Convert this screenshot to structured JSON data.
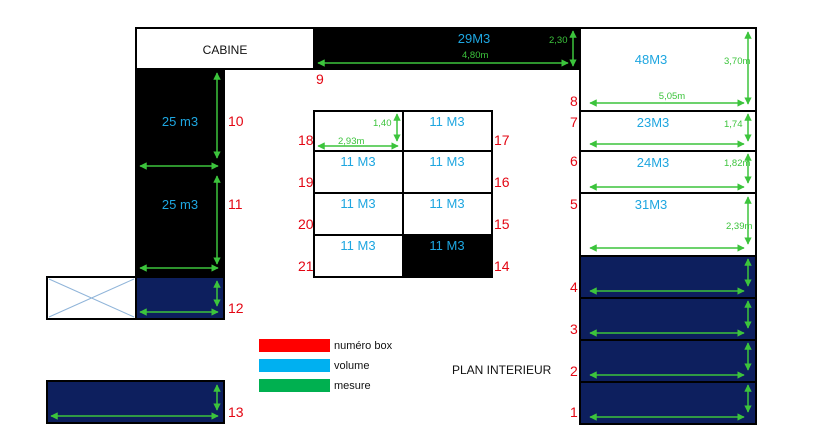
{
  "title": "PLAN INTERIEUR",
  "cabin_label": "CABINE",
  "legend": [
    {
      "label": "numéro box",
      "color": "#ff0000"
    },
    {
      "label": "volume",
      "color": "#00b0f0"
    },
    {
      "label": "mesure",
      "color": "#00b050"
    }
  ],
  "boxes": {
    "b1": {
      "number": "1"
    },
    "b2": {
      "number": "2"
    },
    "b3": {
      "number": "3"
    },
    "b4": {
      "number": "4"
    },
    "b5": {
      "number": "5",
      "volume": "31M3",
      "height": "2,39m"
    },
    "b6": {
      "number": "6",
      "volume": "24M3",
      "height": "1,82m"
    },
    "b7": {
      "number": "7",
      "volume": "23M3",
      "height": "1,74"
    },
    "b8": {
      "number": "8",
      "volume": "48M3",
      "height": "3,70m",
      "width": "5,05m"
    },
    "b9": {
      "number": "9",
      "volume": "29M3",
      "height": "2,30",
      "width": "4,80m"
    },
    "b10": {
      "number": "10",
      "volume": "25 m3"
    },
    "b11": {
      "number": "11",
      "volume": "25 m3"
    },
    "b12": {
      "number": "12"
    },
    "b13": {
      "number": "13"
    },
    "b14": {
      "number": "14",
      "volume": "11 M3"
    },
    "b15": {
      "number": "15",
      "volume": "11 M3"
    },
    "b16": {
      "number": "16",
      "volume": "11 M3"
    },
    "b17": {
      "number": "17",
      "volume": "11 M3"
    },
    "b18": {
      "number": "18",
      "volume": "11 M3",
      "height": "1,40",
      "width": "2,93m"
    },
    "b19": {
      "number": "19",
      "volume": "11 M3"
    },
    "b20": {
      "number": "20",
      "volume": "11 M3"
    },
    "b21": {
      "number": "21",
      "volume": "11 M3"
    }
  }
}
